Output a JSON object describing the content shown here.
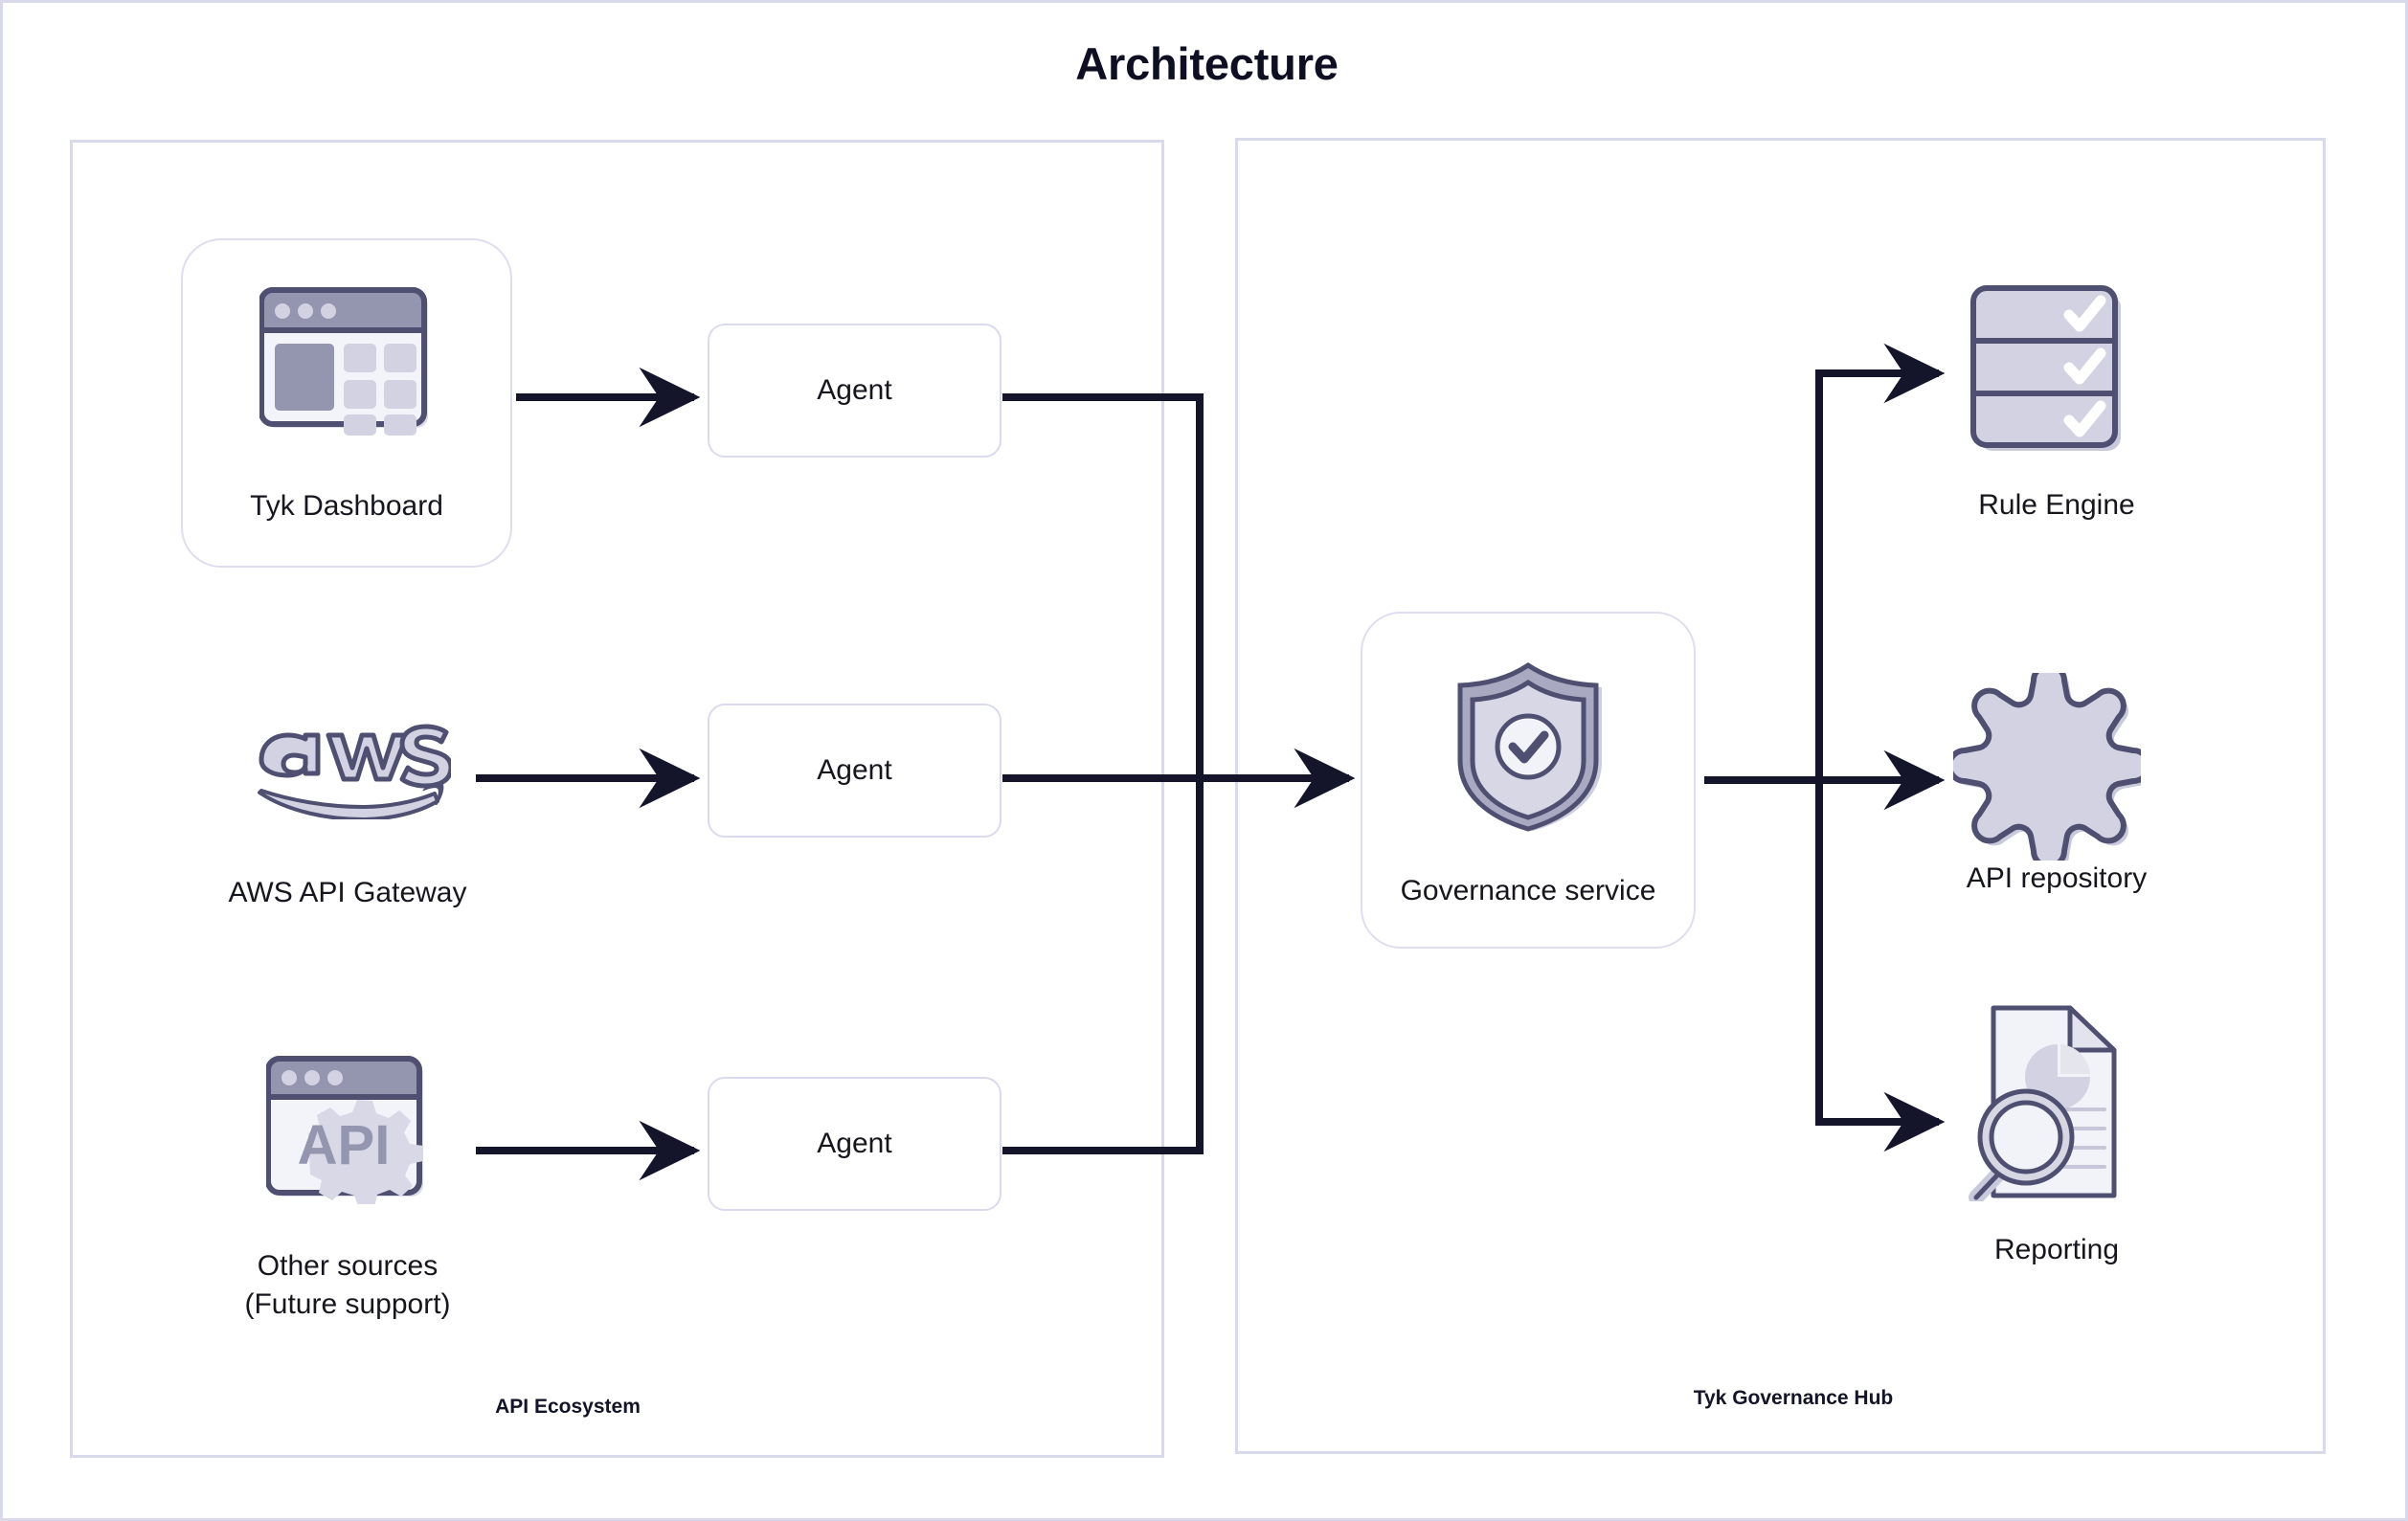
{
  "page": {
    "title": "Architecture",
    "background_color": "#ffffff",
    "border_color": "#d8d9ea"
  },
  "colors": {
    "text_dark": "#16161f",
    "title": "#0e0f22",
    "arrow": "#14152b",
    "card_border": "#dedef0",
    "group_border": "#d8d9ea",
    "icon_fill_light": "#f1f1f8",
    "icon_fill_mid": "#d2d2e2",
    "icon_fill_dark": "#9496b0",
    "icon_stroke": "#4f5071"
  },
  "groups": [
    {
      "id": "api-ecosystem",
      "label": "API Ecosystem"
    },
    {
      "id": "tyk-governance-hub",
      "label": "Tyk Governance Hub"
    }
  ],
  "sources": [
    {
      "id": "tyk-dashboard",
      "label": "Tyk Dashboard",
      "icon": "browser-dashboard-icon",
      "boxed": true
    },
    {
      "id": "aws-api-gateway",
      "label": "AWS API Gateway",
      "icon": "aws-logo-icon",
      "boxed": false
    },
    {
      "id": "other-sources",
      "label": "Other sources\n(Future support)",
      "icon": "api-browser-icon",
      "boxed": false
    }
  ],
  "agents": [
    {
      "id": "agent-1",
      "label": "Agent"
    },
    {
      "id": "agent-2",
      "label": "Agent"
    },
    {
      "id": "agent-3",
      "label": "Agent"
    }
  ],
  "hub": {
    "service": {
      "id": "governance-service",
      "label": "Governance service",
      "icon": "shield-check-icon"
    },
    "outputs": [
      {
        "id": "rule-engine",
        "label": "Rule Engine",
        "icon": "checklist-rows-icon"
      },
      {
        "id": "api-repository",
        "label": "API repository",
        "icon": "gear-icon"
      },
      {
        "id": "reporting",
        "label": "Reporting",
        "icon": "document-magnifier-icon"
      }
    ]
  },
  "connections": [
    {
      "from": "tyk-dashboard",
      "to": "agent-1"
    },
    {
      "from": "aws-api-gateway",
      "to": "agent-2"
    },
    {
      "from": "other-sources",
      "to": "agent-3"
    },
    {
      "from": "agent-1",
      "to": "governance-service"
    },
    {
      "from": "agent-2",
      "to": "governance-service"
    },
    {
      "from": "agent-3",
      "to": "governance-service"
    },
    {
      "from": "governance-service",
      "to": "rule-engine"
    },
    {
      "from": "governance-service",
      "to": "api-repository"
    },
    {
      "from": "governance-service",
      "to": "reporting"
    }
  ]
}
